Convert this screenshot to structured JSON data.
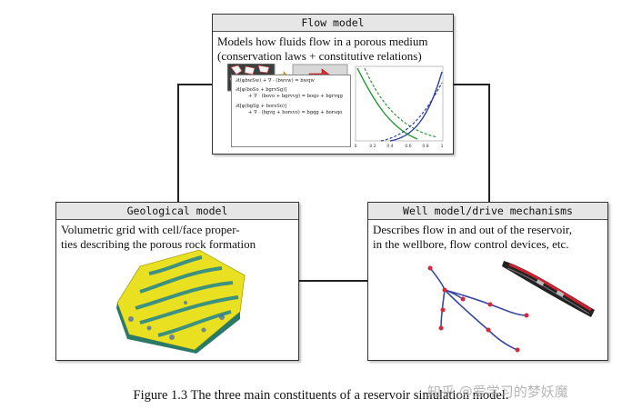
{
  "flow_model": {
    "title": "Flow model",
    "description_line1": "Models how fluids flow in a porous medium",
    "description_line2": "(conservation laws + constitutive relations)",
    "equations": [
      "∂t(φbwSw) + ∇ · (bwvw) = bwqw",
      "∂t[φ(boSo + bgrvSg)]",
      "+ ∇ · (bovo + bgrvvg) = boqo + bgrvqg",
      "∂t[φ(bgSg + borsSo)]",
      "+ ∇ · (bgvg + borsvo) = bgqg + borsqo"
    ],
    "plot_ticks": [
      "0",
      "0.2",
      "0.4",
      "0.6",
      "0.8",
      "1"
    ]
  },
  "geological_model": {
    "title": "Geological model",
    "description_line1": "Volumetric grid with cell/face proper-",
    "description_line2": "ties describing the porous rock formation"
  },
  "well_model": {
    "title": "Well model/drive mechanisms",
    "description_line1": "Describes flow in and out of the reservoir,",
    "description_line2": "in the wellbore, flow control devices, etc."
  },
  "caption": "Figure 1.3  The three main constituents of a reservoir simulation model.",
  "watermark": "知乎 @爱学习的梦妖魔",
  "colors": {
    "title_bar": "#e6e6e6",
    "border": "#333333",
    "well_path": "#3a4aa0",
    "well_nodes": "#d8263a",
    "green_curve": "#2a9a3a",
    "blue_curve": "#3040a0",
    "geology_yellow": "#e8e020",
    "geology_teal": "#2a8a8a"
  }
}
